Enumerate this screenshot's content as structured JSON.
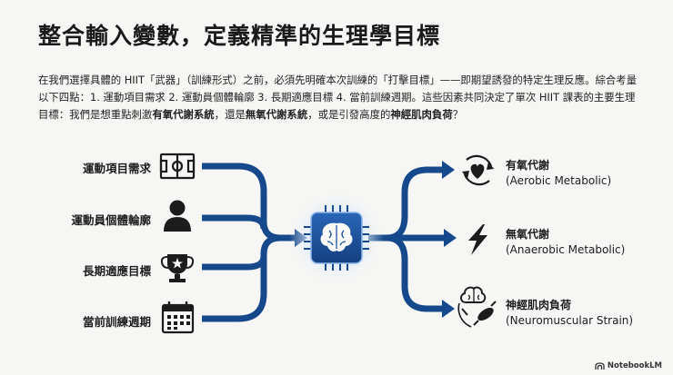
{
  "title": "整合輸入變數，定義精準的生理學目標",
  "intro": {
    "part1": "在我們選擇具體的 HIIT「武器」（訓練形式）之前，必須先明確本次訓練的「打擊目標」——即期望誘發的特定生理反應。綜合考量以下四點：1. 運動項目需求 2. 運動員個體輪廓 3. 長期適應目標 4. 當前訓練週期。這些因素共同決定了單次 HIIT 課表的主要生理目標：我們是想重點刺激",
    "bold1": "有氧代謝系統",
    "part2": "，還是",
    "bold2": "無氧代謝系統",
    "part3": "，或是引發高度的",
    "bold3": "神經肌肉負荷",
    "part4": "？"
  },
  "inputs": [
    {
      "label": "運動項目需求",
      "icon": "soccer-field-icon"
    },
    {
      "label": "運動員個體輪廓",
      "icon": "person-silhouette-icon"
    },
    {
      "label": "長期適應目標",
      "icon": "trophy-icon"
    },
    {
      "label": "當前訓練週期",
      "icon": "calendar-icon"
    }
  ],
  "center": {
    "icon": "brain-chip-icon"
  },
  "outputs": [
    {
      "zh": "有氧代謝",
      "en": "(Aerobic Metabolic)",
      "icon": "heart-cycle-icon"
    },
    {
      "zh": "無氧代謝",
      "en": "(Anaerobic Metabolic)",
      "icon": "lightning-icon"
    },
    {
      "zh": "神經肌肉負荷",
      "en": "(Neuromuscular Strain)",
      "icon": "brain-muscle-icon"
    }
  ],
  "footer": {
    "brand": "NotebookLM"
  },
  "colors": {
    "arrow": "#16498c",
    "chip": "#1a4f9a",
    "chipGlow": "#8fb8ea",
    "icon": "#1c1c1c"
  }
}
